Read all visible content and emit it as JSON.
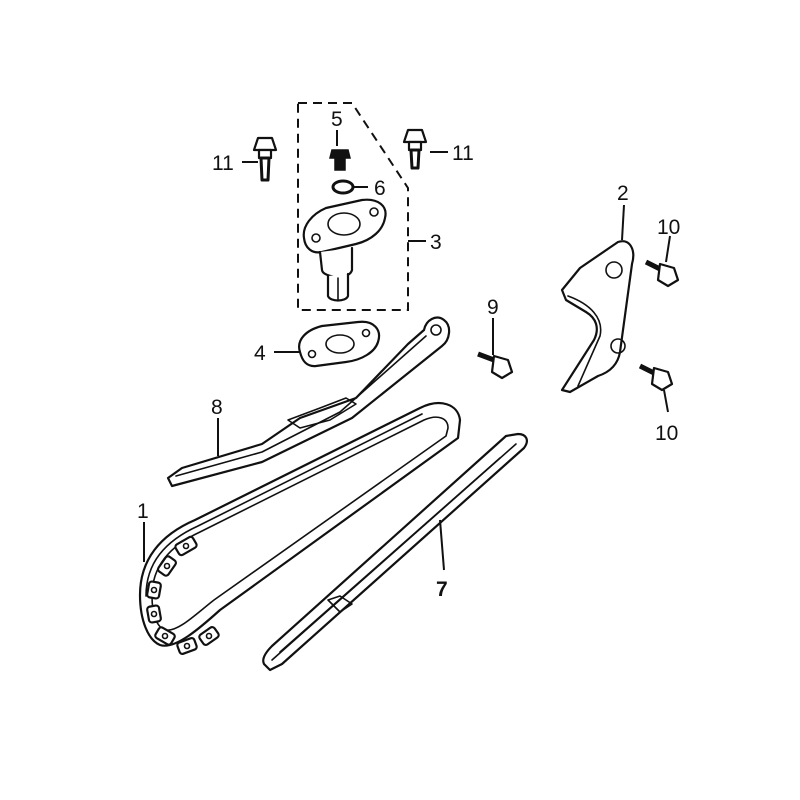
{
  "callouts": {
    "c1": "1",
    "c2": "2",
    "c3": "3",
    "c4": "4",
    "c5": "5",
    "c6": "6",
    "c7": "7",
    "c8": "8",
    "c9": "9",
    "c10a": "10",
    "c10b": "10",
    "c11a": "11",
    "c11b": "11"
  },
  "colors": {
    "line": "#111111",
    "background": "#ffffff"
  }
}
